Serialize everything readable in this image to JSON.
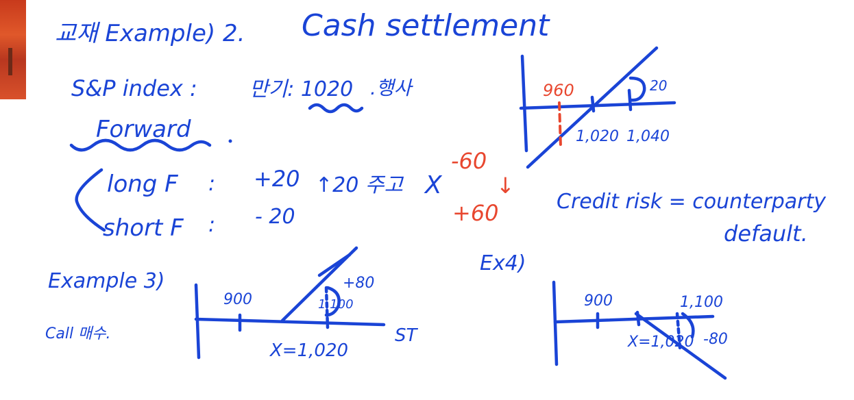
{
  "header": {
    "prefix": "교재 Example) 2.",
    "title": "Cash settlement"
  },
  "line1": {
    "label": "S&P index :",
    "maturity": "만기: 1020",
    "exercise": ".행사"
  },
  "forward": "Forward",
  "long_f": {
    "label": "long F",
    "colon": ":",
    "value": "+20"
  },
  "short_f": {
    "label": "short F",
    "colon": ":",
    "value": "- 20"
  },
  "give_note": "↑20 주고",
  "x_mark": "X",
  "red_values": {
    "minus": "-60",
    "arrow": "↓",
    "plus": "+60"
  },
  "credit_risk": {
    "line1": "Credit risk = counterparty",
    "line2": "default."
  },
  "top_graph": {
    "label_960": "960",
    "label_1020": "1,020",
    "label_1040": "1,040",
    "label_20": "20"
  },
  "example3": {
    "title": "Example 3)",
    "subtitle": "Call 매수."
  },
  "call_graph": {
    "label_900": "900",
    "label_1100": "1,100",
    "label_plus80": "+80",
    "strike": "X=1,020",
    "axis": "ST"
  },
  "ex4": {
    "title": "Ex4)"
  },
  "ex4_graph": {
    "label_900": "900",
    "label_1100": "1,100",
    "strike": "X=1,020",
    "label_minus80": "-80"
  }
}
